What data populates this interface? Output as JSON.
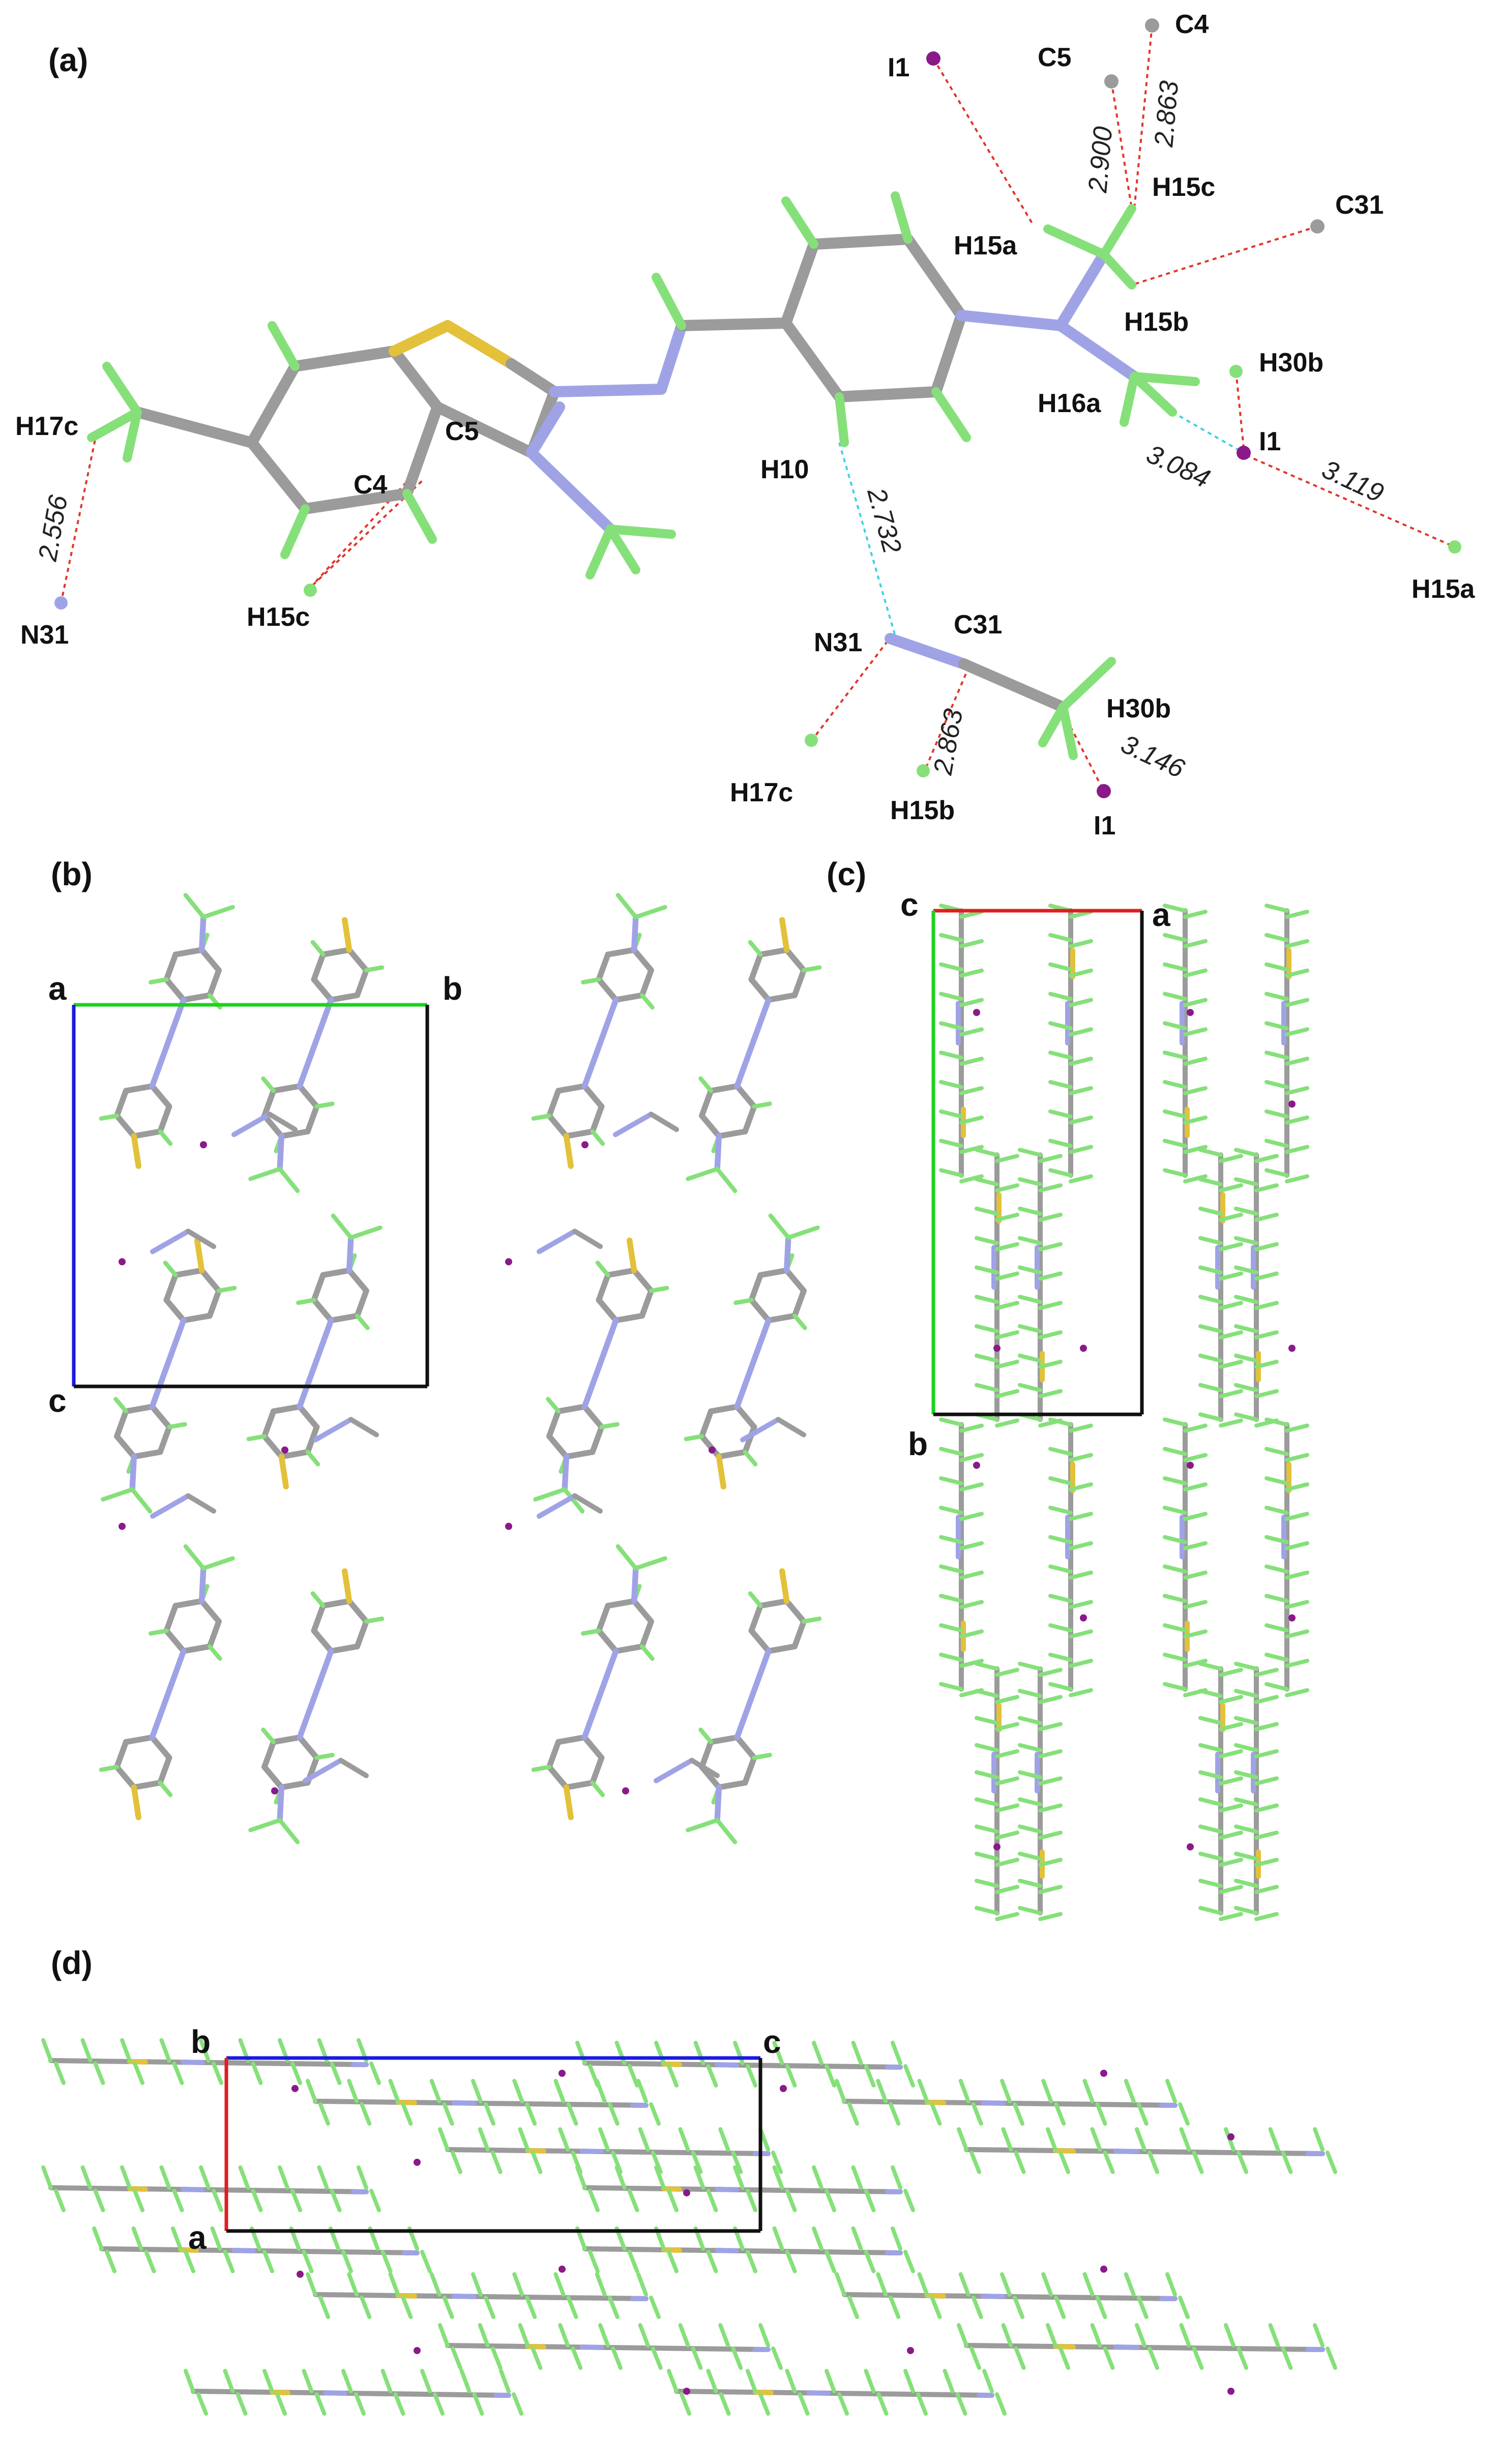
{
  "panels": [
    {
      "id": "a",
      "label": "(a)"
    },
    {
      "id": "b",
      "label": "(b)"
    },
    {
      "id": "c",
      "label": "(c)"
    },
    {
      "id": "d",
      "label": "(d)"
    }
  ],
  "panel_a": {
    "atom_labels": [
      "I1",
      "C5",
      "C4",
      "H15c",
      "H15a",
      "C31",
      "H15b",
      "H30b",
      "H16a",
      "I1",
      "H15a",
      "H17c",
      "C5",
      "C4",
      "N31",
      "H15c",
      "H10",
      "N31",
      "C31",
      "H30b",
      "H17c",
      "H15b",
      "I1"
    ],
    "distances": [
      "2.900",
      "2.863",
      "3.084",
      "3.119",
      "2.556",
      "2.732",
      "2.863",
      "3.146"
    ]
  },
  "panel_b": {
    "axes": [
      "a",
      "b",
      "c"
    ]
  },
  "panel_c": {
    "axes": [
      "c",
      "a",
      "b"
    ]
  },
  "panel_d": {
    "axes": [
      "b",
      "c",
      "a"
    ]
  },
  "colors": {
    "carbon": "#9b9b9b",
    "hydrogen": "#86e07a",
    "nitrogen": "#9fa3e6",
    "sulfur": "#e3c13a",
    "iodine": "#8a1a8a",
    "contact_red": "#e0352b",
    "contact_cyan": "#3ed3e0",
    "axis_a": "#e01e1e",
    "axis_b": "#1fd11f",
    "axis_c": "#1a1adf",
    "cell": "#111111"
  }
}
